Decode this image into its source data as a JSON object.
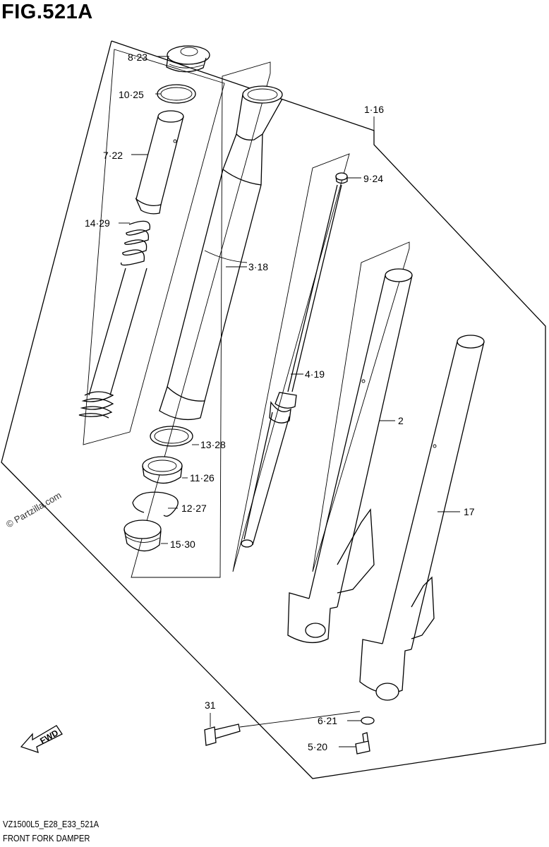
{
  "figure": {
    "title": "FIG.521A",
    "footer_code": "VZ1500L5_E28_E33_521A",
    "footer_caption": "FRONT FORK DAMPER",
    "watermark": "© Partzilla.com",
    "direction_badge": "FWD"
  },
  "parts": [
    {
      "key": "cap_bolt",
      "label": "8·23"
    },
    {
      "key": "o_ring",
      "label": "10·25"
    },
    {
      "key": "spacer",
      "label": "7·22"
    },
    {
      "key": "spring",
      "label": "14·29"
    },
    {
      "key": "outer_tube",
      "label": "3·18"
    },
    {
      "key": "fork_assy",
      "label": "1·16"
    },
    {
      "key": "nut",
      "label": "9·24"
    },
    {
      "key": "damper_rod",
      "label": "4·19"
    },
    {
      "key": "inner_tube_left",
      "label": "2"
    },
    {
      "key": "inner_tube_right",
      "label": "17"
    },
    {
      "key": "washer",
      "label": "13·28"
    },
    {
      "key": "oil_seal",
      "label": "11·26"
    },
    {
      "key": "stopper_ring",
      "label": "12·27"
    },
    {
      "key": "dust_seal",
      "label": "15·30"
    },
    {
      "key": "bottom_bolt",
      "label": "31"
    },
    {
      "key": "gasket",
      "label": "6·21"
    },
    {
      "key": "drain_bolt",
      "label": "5·20"
    }
  ]
}
